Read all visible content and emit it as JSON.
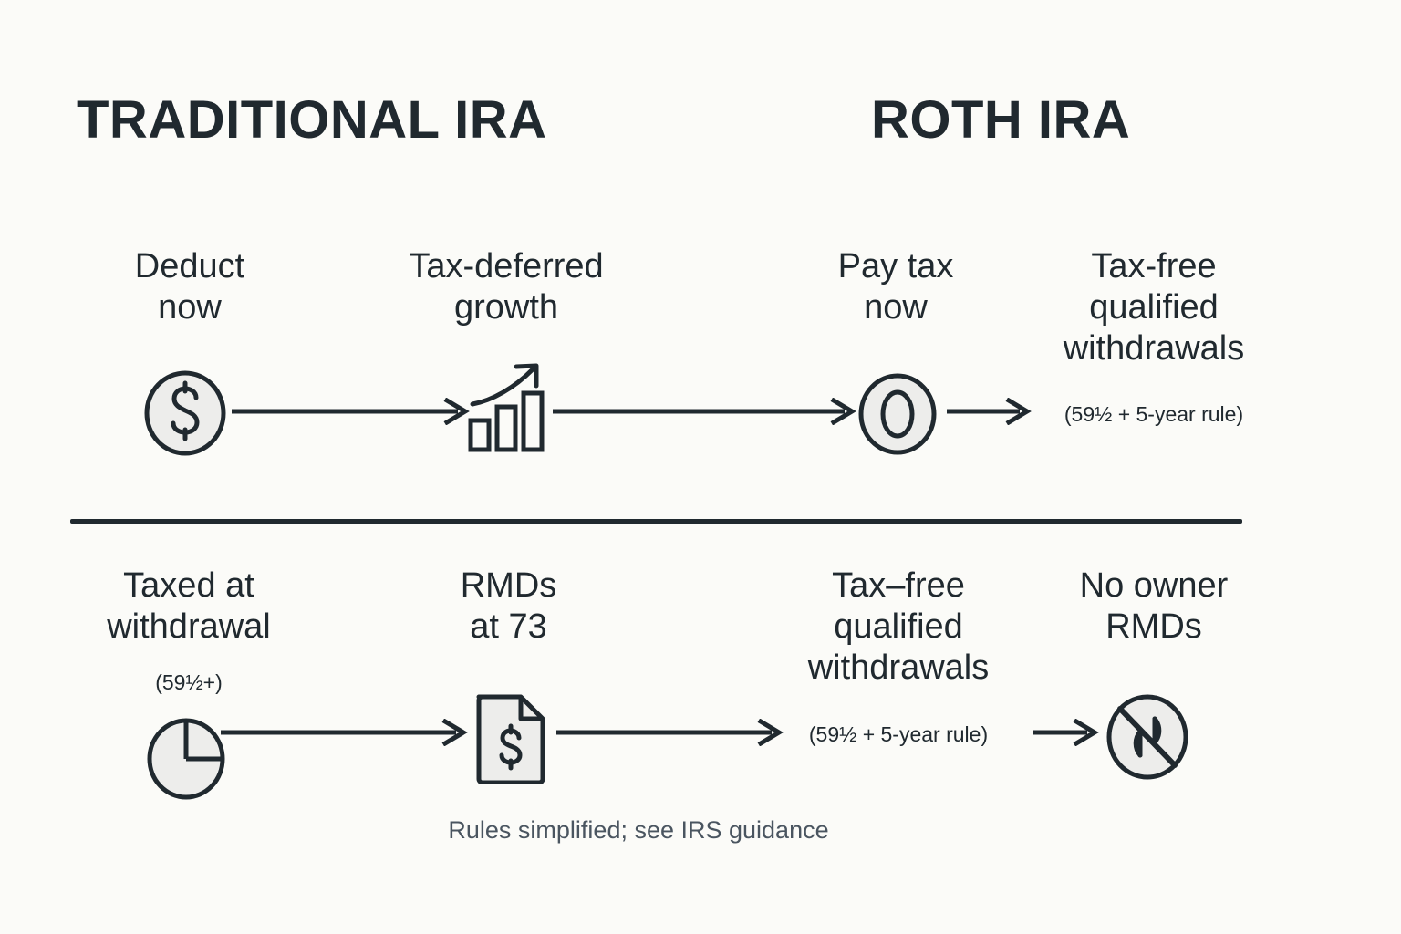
{
  "page": {
    "background_color": "#FBFBF8",
    "ink_color": "#20292F",
    "icon_fill_color": "#EDEDEB",
    "muted_text_color": "#4A5560"
  },
  "columns": {
    "traditional_title": "TRADITIONAL IRA",
    "roth_title": "ROTH IRA"
  },
  "row1": {
    "steps": [
      {
        "label": "Deduct\nnow",
        "icon": "dollar-coin-icon"
      },
      {
        "label": "Tax-deferred\ngrowth",
        "icon": "growth-chart-icon"
      },
      {
        "label": "Pay tax\nnow",
        "icon": "zero-coin-icon"
      },
      {
        "label": "Tax-free\nqualified\nwithdrawals",
        "sublabel": "(59½ + 5-year rule)",
        "icon": null
      }
    ]
  },
  "row2": {
    "steps": [
      {
        "label": "Taxed at\nwithdrawal",
        "sublabel": "(59½+)",
        "icon": "pie-clock-icon"
      },
      {
        "label": "RMDs\nat 73",
        "icon": "document-dollar-icon"
      },
      {
        "label": "Tax–free\nqualified\nwithdrawals",
        "sublabel": "(59½ + 5-year rule)",
        "icon": null
      },
      {
        "label": "No owner\nRMDs",
        "icon": "no-rmd-icon"
      }
    ]
  },
  "footer": {
    "note": "Rules simplified; see IRS guidance"
  }
}
